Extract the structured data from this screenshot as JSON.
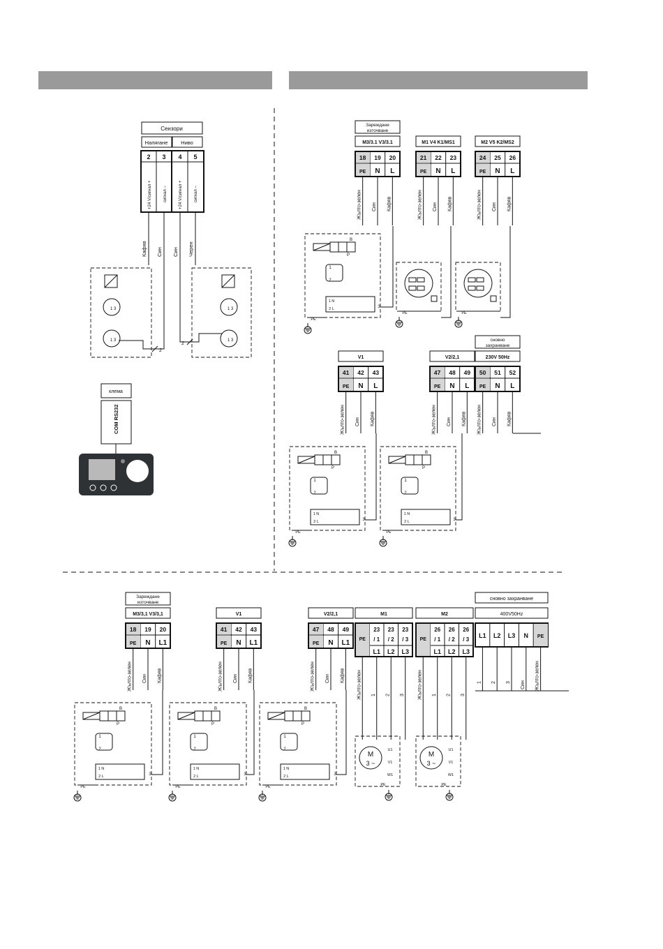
{
  "header": {
    "left_bar_color": "#9a9a9a",
    "right_bar_color": "#9a9a9a"
  },
  "sensors": {
    "title": "Сензори",
    "group1": "Напягане",
    "group2": "Ниво",
    "terminals": [
      "2",
      "3",
      "4",
      "5"
    ],
    "signal1a": "+24 V/сигнал +",
    "signal1b": "сигнал –",
    "signal2a": "+24 V/сигнал +",
    "signal2b": "сигнал –",
    "wire1": "Кафяв",
    "wire2": "Син",
    "wire3": "Син",
    "wire4": "Черен",
    "ground_mark1": "2",
    "ground_mark2": "2"
  },
  "interface": {
    "klema": "клема",
    "com": "COM RS232"
  },
  "top_blocks": [
    {
      "label": "Зареждане\nизточване",
      "header": "M3/3.1  V3/3.1",
      "terminals": [
        "18",
        "19",
        "20"
      ],
      "row2": [
        "PE",
        "N",
        "L"
      ]
    },
    {
      "label": "",
      "header": "M1 V4  K1/MS1",
      "terminals": [
        "21",
        "22",
        "23"
      ],
      "row2": [
        "PE",
        "N",
        "L"
      ]
    },
    {
      "label": "",
      "header": "M2 V5  K2/MS2",
      "terminals": [
        "24",
        "25",
        "26"
      ],
      "row2": [
        "PE",
        "N",
        "L"
      ]
    }
  ],
  "mid_blocks": [
    {
      "label": "",
      "header": "V1",
      "terminals": [
        "41",
        "42",
        "43"
      ],
      "row2": [
        "PE",
        "N",
        "L"
      ]
    },
    {
      "label": "",
      "header": "V2/2,1",
      "terminals": [
        "47",
        "48",
        "49"
      ],
      "row2": [
        "PE",
        "N",
        "L"
      ]
    },
    {
      "label": "сновно\nзахранване",
      "header": "230V 50Hz",
      "terminals": [
        "50",
        "51",
        "52"
      ],
      "row2": [
        "PE",
        "N",
        "L"
      ]
    }
  ],
  "wire_colors": {
    "yellow_green": "Жълто-зелен",
    "blue": "Син",
    "brown": "Кафяв"
  },
  "valve_labels": {
    "b": "B",
    "p": "P",
    "pe": "PE",
    "n1": "1",
    "n2": "2",
    "n3": "3",
    "one_n": "1 N",
    "two_l": "2 L"
  },
  "bottom_blocks": {
    "b1": {
      "label": "Зареждане\nизточване",
      "header": "M3/3,1  V3/3,1",
      "terminals": [
        "18",
        "19",
        "20"
      ],
      "row2": [
        "PE",
        "N",
        "L1"
      ]
    },
    "b2": {
      "header": "V1",
      "terminals": [
        "41",
        "42",
        "43"
      ],
      "row2": [
        "PE",
        "N",
        "L1"
      ]
    },
    "b3": {
      "header": "V2/2,1",
      "terminals": [
        "47",
        "48",
        "49"
      ],
      "row2": [
        "PE",
        "N",
        "L1"
      ]
    },
    "m1": {
      "header": "M1",
      "terminals": [
        "23",
        "23",
        "23"
      ],
      "sub": [
        "/ 1",
        "/ 2",
        "/ 3"
      ],
      "row3": [
        "L1",
        "L2",
        "L3"
      ]
    },
    "m2": {
      "header": "M2",
      "terminals": [
        "26",
        "26",
        "26"
      ],
      "sub": [
        "/ 1",
        "/ 2",
        "/ 3"
      ],
      "row3": [
        "L1",
        "L2",
        "L3"
      ]
    },
    "supply": {
      "label": "сновно захранване",
      "header": "400V50Hz",
      "terminals": [
        "L1",
        "L2",
        "L3",
        "N",
        "PE"
      ],
      "wire_numbers": [
        "1",
        "2",
        "3"
      ]
    }
  },
  "motor": {
    "m": "M",
    "phase": "3 ~",
    "u1": "U1",
    "v1": "V1",
    "w1": "W1"
  }
}
